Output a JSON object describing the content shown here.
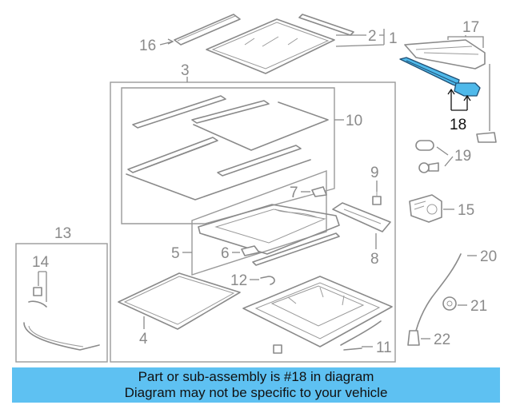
{
  "colors": {
    "highlight": "#4fb9ea",
    "line_art": "#8a8a8a",
    "banner": "#5ec1f2"
  },
  "callouts": {
    "c1": "1",
    "c2": "2",
    "c3": "3",
    "c4": "4",
    "c5": "5",
    "c6": "6",
    "c7": "7",
    "c8": "8",
    "c9": "9",
    "c10": "10",
    "c11": "11",
    "c12": "12",
    "c13": "13",
    "c14": "14",
    "c15": "15",
    "c16": "16",
    "c17": "17",
    "c18": "18",
    "c19": "19",
    "c20": "20",
    "c21": "21",
    "c22": "22"
  },
  "highlighted_part": "18",
  "banner": {
    "line1": "Part or sub-assembly is #18 in diagram",
    "line2": "Diagram may not be specific to your vehicle"
  }
}
